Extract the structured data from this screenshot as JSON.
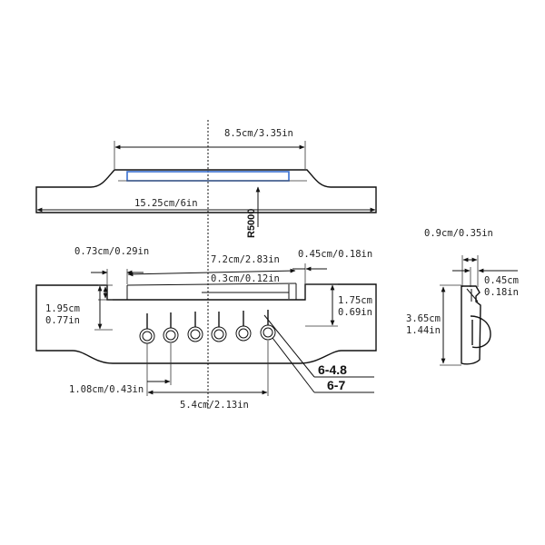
{
  "labels": {
    "top_width": "8.5cm/3.35in",
    "total_length": "15.25cm/6in",
    "radius": "R5000",
    "side_thickness": "0.9cm/0.35in",
    "slot_offset": "0.73cm/0.29in",
    "slot_length": "7.2cm/2.83in",
    "slot_end_offset": "0.45cm/0.18in",
    "slot_width": "0.3cm/0.12in",
    "height_left_cm": "1.95cm",
    "height_left_in": "0.77in",
    "height_right_cm": "1.75cm",
    "height_right_in": "0.69in",
    "pin_offset": "1.08cm/0.43in",
    "pin_span": "5.4cm/2.13in",
    "hole_small": "6-4.8",
    "hole_large": "6-7",
    "side_slot_cm": "0.45cm",
    "side_slot_in": "0.18in",
    "side_height_cm": "3.65cm",
    "side_height_in": "1.44in"
  },
  "colors": {
    "saddle_slot": "#3a6fd0",
    "line": "#111111"
  }
}
